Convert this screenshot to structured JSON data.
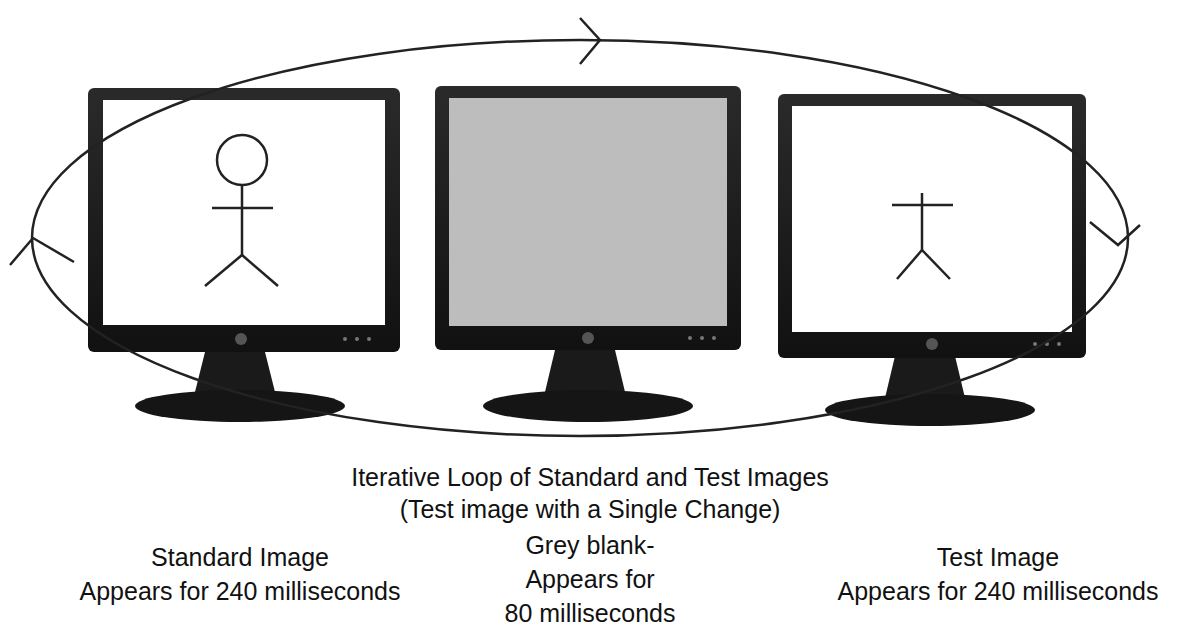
{
  "diagram": {
    "title": "Iterative Loop of Standard and Test Images",
    "caption": "(Test image with a Single Change)",
    "labels": [
      "Standard Image",
      "Appears for 240 milliseconds",
      "Grey blank-",
      "Appears for",
      "80 milliseconds",
      "Test Image",
      "Appears for 240 milliseconds"
    ]
  }
}
